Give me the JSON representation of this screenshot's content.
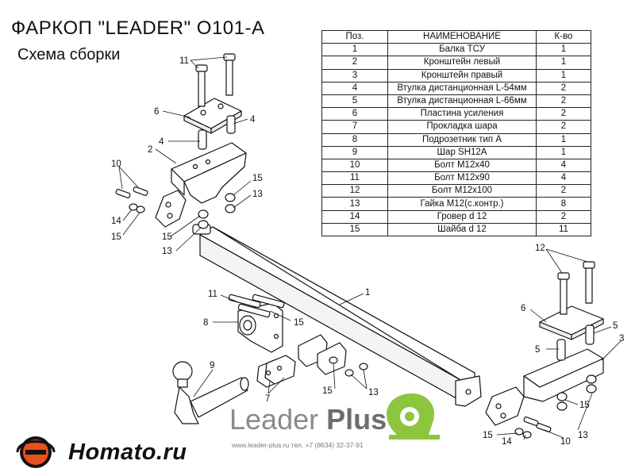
{
  "header": {
    "title": "ФАРКОП \"LEADER\" O101-A",
    "subtitle": "Схема сборки"
  },
  "table": {
    "headers": [
      "Поз.",
      "НАИМЕНОВАНИЕ",
      "К-во"
    ],
    "rows": [
      [
        "1",
        "Балка ТСУ",
        "1"
      ],
      [
        "2",
        "Кронштейн левый",
        "1"
      ],
      [
        "3",
        "Кронштейн правый",
        "1"
      ],
      [
        "4",
        "Втулка дистанционная L-54мм",
        "2"
      ],
      [
        "5",
        "Втулка дистанционная L-66мм",
        "2"
      ],
      [
        "6",
        "Пластина усиления",
        "2"
      ],
      [
        "7",
        "Прокладка шара",
        "2"
      ],
      [
        "8",
        "Подрозетник тип А",
        "1"
      ],
      [
        "9",
        "Шар SH12A",
        "1"
      ],
      [
        "10",
        "Болт М12х40",
        "4"
      ],
      [
        "11",
        "Болт М12х90",
        "4"
      ],
      [
        "12",
        "Болт М12х100",
        "2"
      ],
      [
        "13",
        "Гайка М12(с.контр.)",
        "8"
      ],
      [
        "14",
        "Гровер d 12",
        "2"
      ],
      [
        "15",
        "Шайба d 12",
        "11"
      ]
    ]
  },
  "callouts": {
    "c1": "1",
    "c2": "2",
    "c3": "3",
    "c4a": "4",
    "c4b": "4",
    "c5a": "5",
    "c5b": "5",
    "c6a": "6",
    "c6b": "6",
    "c7": "7",
    "c8": "8",
    "c9": "9",
    "c10a": "10",
    "c10b": "10",
    "c11a": "11",
    "c11b": "11",
    "c12": "12",
    "c13a": "13",
    "c13b": "13",
    "c13c": "13",
    "c13d": "13",
    "c14a": "14",
    "c14b": "14",
    "c15a": "15",
    "c15b": "15",
    "c15c": "15",
    "c15d": "15",
    "c15e": "15",
    "c15f": "15",
    "c15g": "15",
    "c15h": "15"
  },
  "branding": {
    "leader_part1": "Leader ",
    "leader_part2": "Plus",
    "contact": "www.leader-plus.ru   тел. +7 (8634) 32-37-91",
    "site": "Homato.ru"
  },
  "colors": {
    "leader_logo_green": "#8cc63f",
    "site_logo_orange": "#e8501e"
  }
}
